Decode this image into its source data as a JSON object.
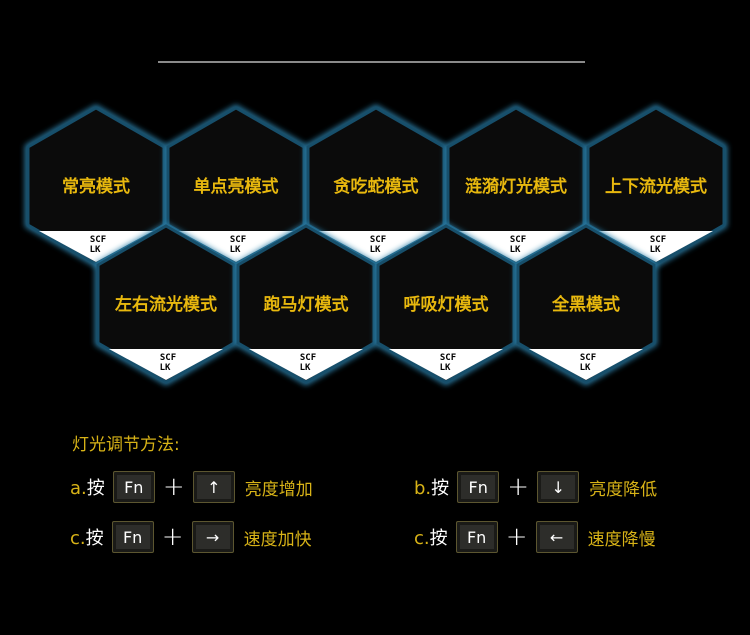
{
  "modes": [
    "常亮模式",
    "单点亮模式",
    "贪吃蛇模式",
    "涟漪灯光模式",
    "上下流光模式",
    "左右流光模式",
    "跑马灯模式",
    "呼吸灯模式",
    "全黑模式"
  ],
  "logo": "SCF LK",
  "instructions": {
    "title": "灯光调节方法:",
    "press": "按",
    "fn": "Fn",
    "plus": "+",
    "items": [
      {
        "prefix": "a.",
        "arrow": "↑",
        "action": "亮度增加"
      },
      {
        "prefix": "b.",
        "arrow": "↓",
        "action": "亮度降低"
      },
      {
        "prefix": "c.",
        "arrow": "→",
        "action": "速度加快"
      },
      {
        "prefix": "c.",
        "arrow": "←",
        "action": "速度降慢"
      }
    ]
  },
  "colors": {
    "accent": "#d8b317",
    "glow": "#1d5f80",
    "hex_fill": "#0b0b0b"
  }
}
